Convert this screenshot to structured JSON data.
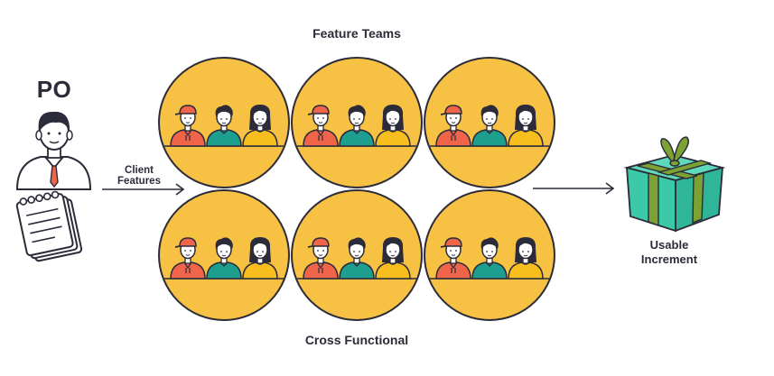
{
  "diagram": {
    "title_top": "Feature Teams",
    "title_bottom": "Cross Functional",
    "po_label": "PO",
    "flow_label_line1": "Client",
    "flow_label_line2": "Features",
    "output_label_line1": "Usable",
    "output_label_line2": "Increment"
  },
  "colors": {
    "team_circle": "#F7C244",
    "outline": "#2B2B3A",
    "member_red": "#F0654A",
    "member_teal": "#1E9E8F",
    "member_yellow": "#F7BE1E",
    "gift_box": "#3CC9A8",
    "gift_ribbon": "#7BA232"
  },
  "teams": [
    {
      "members": [
        "red",
        "teal",
        "yellow"
      ]
    },
    {
      "members": [
        "red",
        "teal",
        "yellow"
      ]
    },
    {
      "members": [
        "red",
        "teal",
        "yellow"
      ]
    },
    {
      "members": [
        "red",
        "teal",
        "yellow"
      ]
    },
    {
      "members": [
        "red",
        "teal",
        "yellow"
      ]
    },
    {
      "members": [
        "red",
        "teal",
        "yellow"
      ]
    }
  ]
}
